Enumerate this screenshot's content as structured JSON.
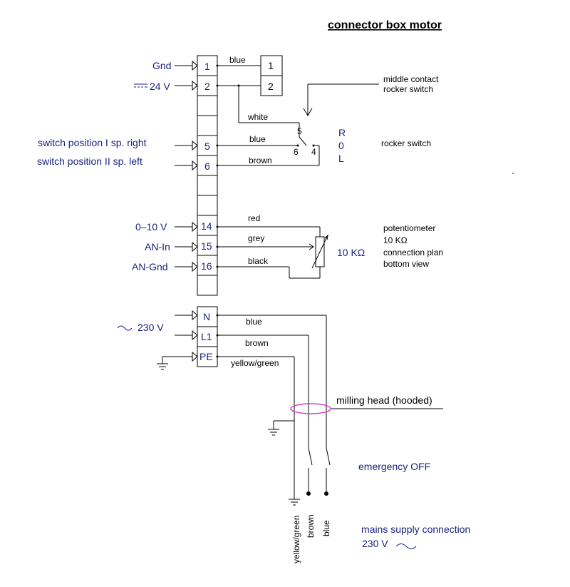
{
  "title": "connector box motor",
  "terminal_block": {
    "inputs": {
      "gnd": "Gnd",
      "dc24": "24 V",
      "sw_right": "switch position I  sp. right",
      "sw_left": "switch position II  sp. left",
      "v0_10": "0–10 V",
      "an_in": "AN-In",
      "an_gnd": "AN-Gnd",
      "ac230": "230 V"
    },
    "terminals": {
      "t1": "1",
      "t2": "2",
      "t5": "5",
      "t6": "6",
      "t14": "14",
      "t15": "15",
      "t16": "16",
      "tn": "N",
      "tl1": "L1",
      "tpe": "PE"
    }
  },
  "wires": {
    "blue_top": "blue",
    "white": "white",
    "blue_sw": "blue",
    "brown_sw": "brown",
    "red": "red",
    "grey": "grey",
    "black": "black",
    "blue_n": "blue",
    "brown_l1": "brown",
    "yellow_green_pe": "yellow/green"
  },
  "right_block": {
    "r1": "1",
    "r2": "2"
  },
  "rocker_switch": {
    "middle_contact_1": "middle contact",
    "middle_contact_2": "rocker switch",
    "label": "rocker switch",
    "pin5": "5",
    "pin6": "6",
    "pin4": "4",
    "pos_r": "R",
    "pos_0": "0",
    "pos_l": "L"
  },
  "potentiometer": {
    "value": "10 KΩ",
    "note1": "potentiometer",
    "note2": "10 KΩ",
    "note3": "connection plan",
    "note4": "bottom view"
  },
  "milling_head": "milling head (hooded)",
  "emergency_off": "emergency OFF",
  "bottom_wires": {
    "yg": "yellow/green",
    "brown": "brown",
    "blue": "blue"
  },
  "mains": {
    "line1": "mains supply connection",
    "line2": "230 V"
  },
  "colors": {
    "label_blue": "#1a237e",
    "cable_ring": "#cc44cc"
  }
}
